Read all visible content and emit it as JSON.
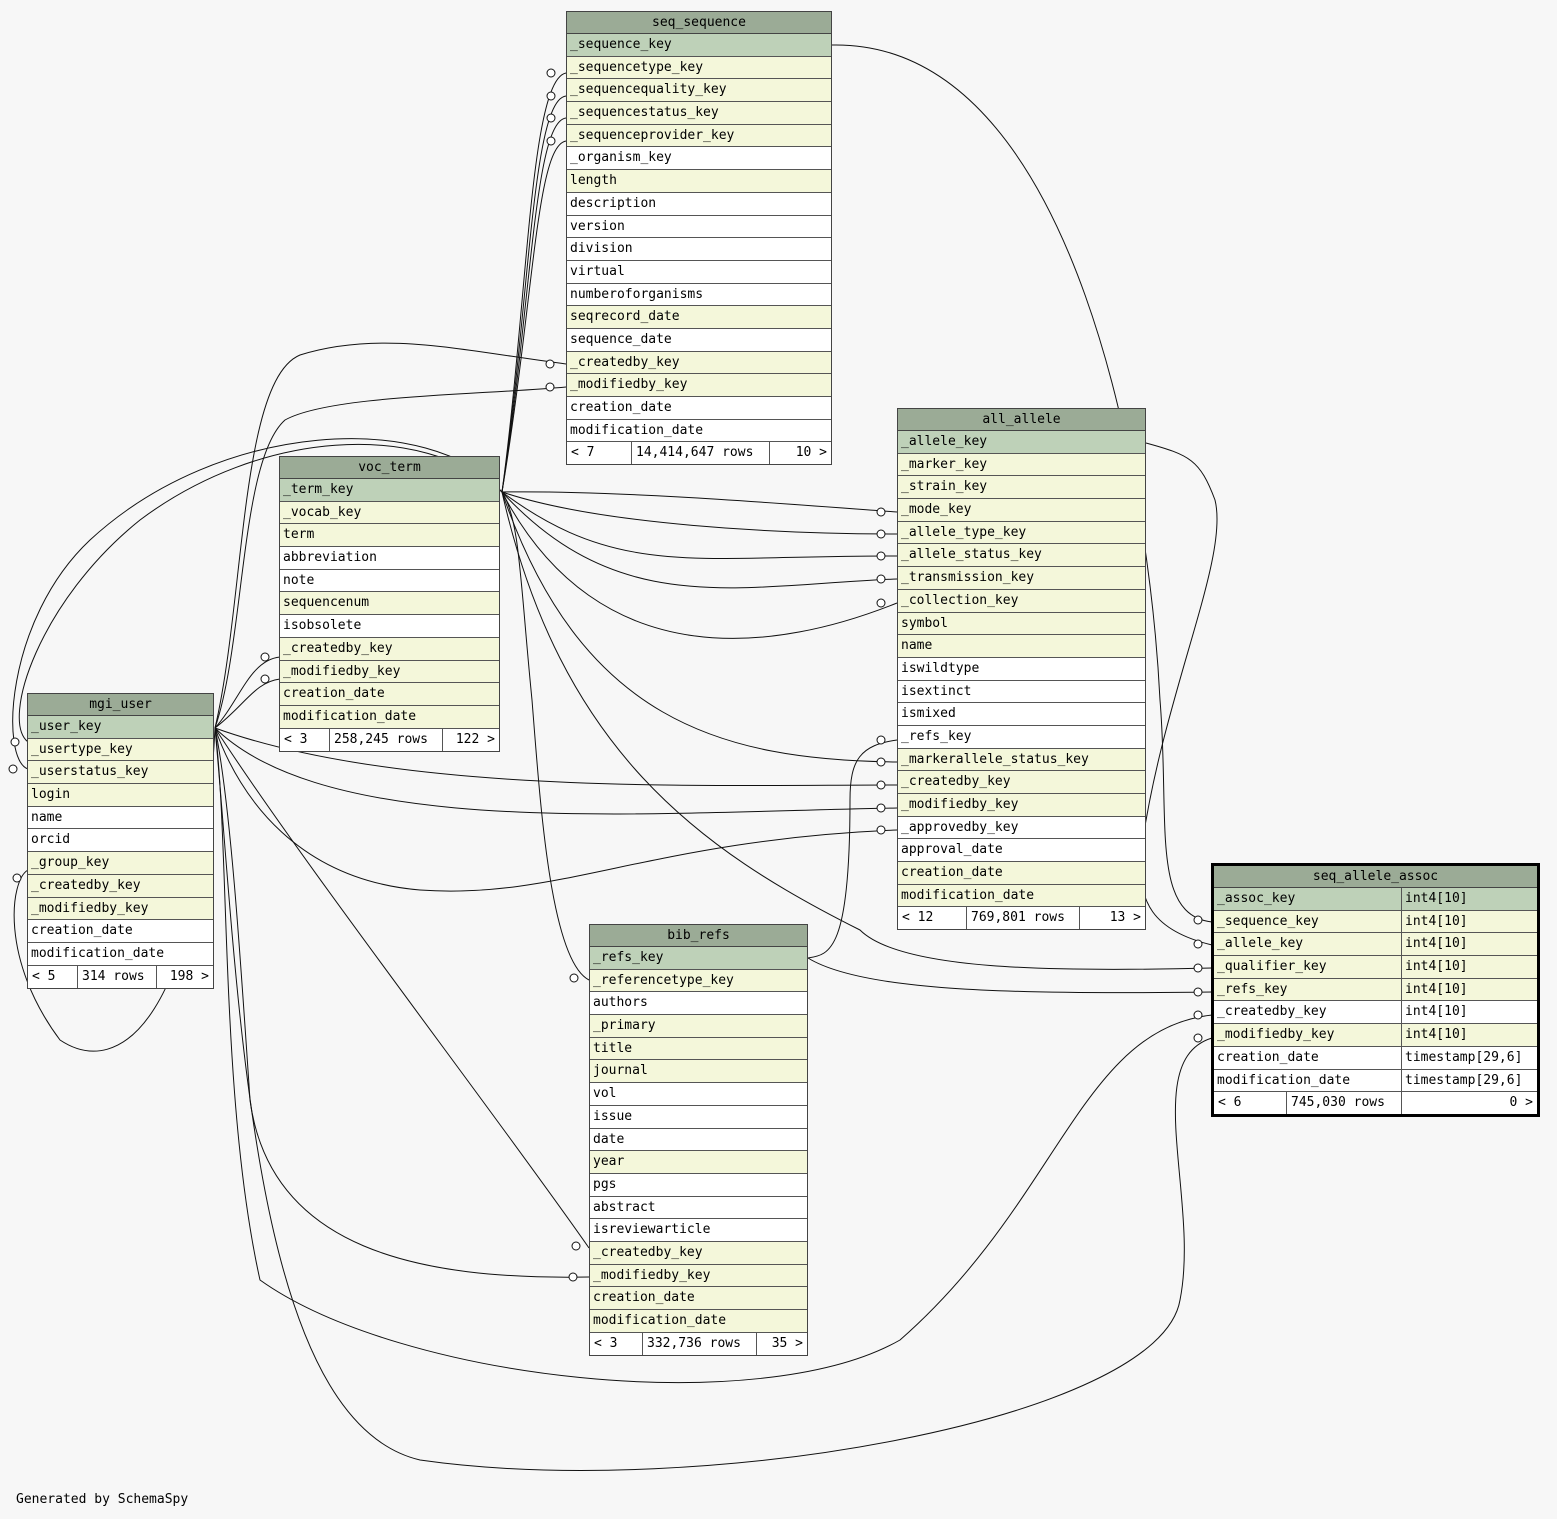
{
  "credit": "Generated by SchemaSpy",
  "tables": {
    "seq_sequence": {
      "name": "seq_sequence",
      "columns": [
        {
          "name": "_sequence_key",
          "kind": "pk"
        },
        {
          "name": "_sequencetype_key",
          "kind": "fk"
        },
        {
          "name": "_sequencequality_key",
          "kind": "fk"
        },
        {
          "name": "_sequencestatus_key",
          "kind": "fk"
        },
        {
          "name": "_sequenceprovider_key",
          "kind": "fk"
        },
        {
          "name": "_organism_key",
          "kind": "plain"
        },
        {
          "name": "length",
          "kind": "fk"
        },
        {
          "name": "description",
          "kind": "plain"
        },
        {
          "name": "version",
          "kind": "plain"
        },
        {
          "name": "division",
          "kind": "plain"
        },
        {
          "name": "virtual",
          "kind": "plain"
        },
        {
          "name": "numberoforganisms",
          "kind": "plain"
        },
        {
          "name": "seqrecord_date",
          "kind": "fk"
        },
        {
          "name": "sequence_date",
          "kind": "plain"
        },
        {
          "name": "_createdby_key",
          "kind": "fk"
        },
        {
          "name": "_modifiedby_key",
          "kind": "fk"
        },
        {
          "name": "creation_date",
          "kind": "plain"
        },
        {
          "name": "modification_date",
          "kind": "plain"
        }
      ],
      "footer": {
        "parents": "< 7",
        "rows": "14,414,647 rows",
        "children": "10 >"
      }
    },
    "all_allele": {
      "name": "all_allele",
      "columns": [
        {
          "name": "_allele_key",
          "kind": "pk"
        },
        {
          "name": "_marker_key",
          "kind": "fk"
        },
        {
          "name": "_strain_key",
          "kind": "fk"
        },
        {
          "name": "_mode_key",
          "kind": "fk"
        },
        {
          "name": "_allele_type_key",
          "kind": "fk"
        },
        {
          "name": "_allele_status_key",
          "kind": "fk"
        },
        {
          "name": "_transmission_key",
          "kind": "fk"
        },
        {
          "name": "_collection_key",
          "kind": "fk"
        },
        {
          "name": "symbol",
          "kind": "fk"
        },
        {
          "name": "name",
          "kind": "fk"
        },
        {
          "name": "iswildtype",
          "kind": "plain"
        },
        {
          "name": "isextinct",
          "kind": "plain"
        },
        {
          "name": "ismixed",
          "kind": "plain"
        },
        {
          "name": "_refs_key",
          "kind": "plain"
        },
        {
          "name": "_markerallele_status_key",
          "kind": "fk"
        },
        {
          "name": "_createdby_key",
          "kind": "fk"
        },
        {
          "name": "_modifiedby_key",
          "kind": "fk"
        },
        {
          "name": "_approvedby_key",
          "kind": "plain"
        },
        {
          "name": "approval_date",
          "kind": "plain"
        },
        {
          "name": "creation_date",
          "kind": "fk"
        },
        {
          "name": "modification_date",
          "kind": "fk"
        }
      ],
      "footer": {
        "parents": "< 12",
        "rows": "769,801 rows",
        "children": "13 >"
      }
    },
    "voc_term": {
      "name": "voc_term",
      "columns": [
        {
          "name": "_term_key",
          "kind": "pk"
        },
        {
          "name": "_vocab_key",
          "kind": "fk"
        },
        {
          "name": "term",
          "kind": "fk"
        },
        {
          "name": "abbreviation",
          "kind": "plain"
        },
        {
          "name": "note",
          "kind": "plain"
        },
        {
          "name": "sequencenum",
          "kind": "fk"
        },
        {
          "name": "isobsolete",
          "kind": "plain"
        },
        {
          "name": "_createdby_key",
          "kind": "fk"
        },
        {
          "name": "_modifiedby_key",
          "kind": "fk"
        },
        {
          "name": "creation_date",
          "kind": "fk"
        },
        {
          "name": "modification_date",
          "kind": "fk"
        }
      ],
      "footer": {
        "parents": "< 3",
        "rows": "258,245 rows",
        "children": "122 >"
      }
    },
    "mgi_user": {
      "name": "mgi_user",
      "columns": [
        {
          "name": "_user_key",
          "kind": "pk"
        },
        {
          "name": "_usertype_key",
          "kind": "fk"
        },
        {
          "name": "_userstatus_key",
          "kind": "fk"
        },
        {
          "name": "login",
          "kind": "fk"
        },
        {
          "name": "name",
          "kind": "plain"
        },
        {
          "name": "orcid",
          "kind": "plain"
        },
        {
          "name": "_group_key",
          "kind": "fk"
        },
        {
          "name": "_createdby_key",
          "kind": "fk"
        },
        {
          "name": "_modifiedby_key",
          "kind": "fk"
        },
        {
          "name": "creation_date",
          "kind": "plain"
        },
        {
          "name": "modification_date",
          "kind": "plain"
        }
      ],
      "footer": {
        "parents": "< 5",
        "rows": "314 rows",
        "children": "198 >"
      }
    },
    "bib_refs": {
      "name": "bib_refs",
      "columns": [
        {
          "name": "_refs_key",
          "kind": "pk"
        },
        {
          "name": "_referencetype_key",
          "kind": "fk"
        },
        {
          "name": "authors",
          "kind": "plain"
        },
        {
          "name": "_primary",
          "kind": "fk"
        },
        {
          "name": "title",
          "kind": "fk"
        },
        {
          "name": "journal",
          "kind": "fk"
        },
        {
          "name": "vol",
          "kind": "plain"
        },
        {
          "name": "issue",
          "kind": "plain"
        },
        {
          "name": "date",
          "kind": "plain"
        },
        {
          "name": "year",
          "kind": "fk"
        },
        {
          "name": "pgs",
          "kind": "plain"
        },
        {
          "name": "abstract",
          "kind": "plain"
        },
        {
          "name": "isreviewarticle",
          "kind": "plain"
        },
        {
          "name": "_createdby_key",
          "kind": "fk"
        },
        {
          "name": "_modifiedby_key",
          "kind": "fk"
        },
        {
          "name": "creation_date",
          "kind": "fk"
        },
        {
          "name": "modification_date",
          "kind": "fk"
        }
      ],
      "footer": {
        "parents": "< 3",
        "rows": "332,736 rows",
        "children": "35 >"
      }
    },
    "seq_allele_assoc": {
      "name": "seq_allele_assoc",
      "columns": [
        {
          "name": "_assoc_key",
          "kind": "pk",
          "type": "int4[10]"
        },
        {
          "name": "_sequence_key",
          "kind": "fk",
          "type": "int4[10]"
        },
        {
          "name": "_allele_key",
          "kind": "fk",
          "type": "int4[10]"
        },
        {
          "name": "_qualifier_key",
          "kind": "fk",
          "type": "int4[10]"
        },
        {
          "name": "_refs_key",
          "kind": "fk",
          "type": "int4[10]"
        },
        {
          "name": "_createdby_key",
          "kind": "plain",
          "type": "int4[10]"
        },
        {
          "name": "_modifiedby_key",
          "kind": "fk",
          "type": "int4[10]"
        },
        {
          "name": "creation_date",
          "kind": "plain",
          "type": "timestamp[29,6]"
        },
        {
          "name": "modification_date",
          "kind": "plain",
          "type": "timestamp[29,6]"
        }
      ],
      "footer": {
        "parents": "< 6",
        "rows": "745,030 rows",
        "children": "0 >"
      }
    }
  },
  "relationships": [
    {
      "from": "seq_sequence._sequencetype_key",
      "to": "voc_term._term_key"
    },
    {
      "from": "seq_sequence._sequencequality_key",
      "to": "voc_term._term_key"
    },
    {
      "from": "seq_sequence._sequencestatus_key",
      "to": "voc_term._term_key"
    },
    {
      "from": "seq_sequence._sequenceprovider_key",
      "to": "voc_term._term_key"
    },
    {
      "from": "seq_sequence._createdby_key",
      "to": "mgi_user._user_key"
    },
    {
      "from": "seq_sequence._modifiedby_key",
      "to": "mgi_user._user_key"
    },
    {
      "from": "all_allele._mode_key",
      "to": "voc_term._term_key"
    },
    {
      "from": "all_allele._allele_type_key",
      "to": "voc_term._term_key"
    },
    {
      "from": "all_allele._allele_status_key",
      "to": "voc_term._term_key"
    },
    {
      "from": "all_allele._transmission_key",
      "to": "voc_term._term_key"
    },
    {
      "from": "all_allele._collection_key",
      "to": "voc_term._term_key"
    },
    {
      "from": "all_allele._refs_key",
      "to": "bib_refs._refs_key"
    },
    {
      "from": "all_allele._markerallele_status_key",
      "to": "voc_term._term_key"
    },
    {
      "from": "all_allele._createdby_key",
      "to": "mgi_user._user_key"
    },
    {
      "from": "all_allele._modifiedby_key",
      "to": "mgi_user._user_key"
    },
    {
      "from": "all_allele._approvedby_key",
      "to": "mgi_user._user_key"
    },
    {
      "from": "voc_term._createdby_key",
      "to": "mgi_user._user_key"
    },
    {
      "from": "voc_term._modifiedby_key",
      "to": "mgi_user._user_key"
    },
    {
      "from": "mgi_user._usertype_key",
      "to": "voc_term._term_key"
    },
    {
      "from": "mgi_user._userstatus_key",
      "to": "voc_term._term_key"
    },
    {
      "from": "mgi_user._group_key",
      "to": "mgi_user._user_key"
    },
    {
      "from": "bib_refs._referencetype_key",
      "to": "voc_term._term_key"
    },
    {
      "from": "bib_refs._createdby_key",
      "to": "mgi_user._user_key"
    },
    {
      "from": "bib_refs._modifiedby_key",
      "to": "mgi_user._user_key"
    },
    {
      "from": "seq_allele_assoc._sequence_key",
      "to": "seq_sequence._sequence_key"
    },
    {
      "from": "seq_allele_assoc._allele_key",
      "to": "all_allele._allele_key"
    },
    {
      "from": "seq_allele_assoc._qualifier_key",
      "to": "voc_term._term_key"
    },
    {
      "from": "seq_allele_assoc._refs_key",
      "to": "bib_refs._refs_key"
    },
    {
      "from": "seq_allele_assoc._createdby_key",
      "to": "mgi_user._user_key"
    },
    {
      "from": "seq_allele_assoc._modifiedby_key",
      "to": "mgi_user._user_key"
    }
  ]
}
